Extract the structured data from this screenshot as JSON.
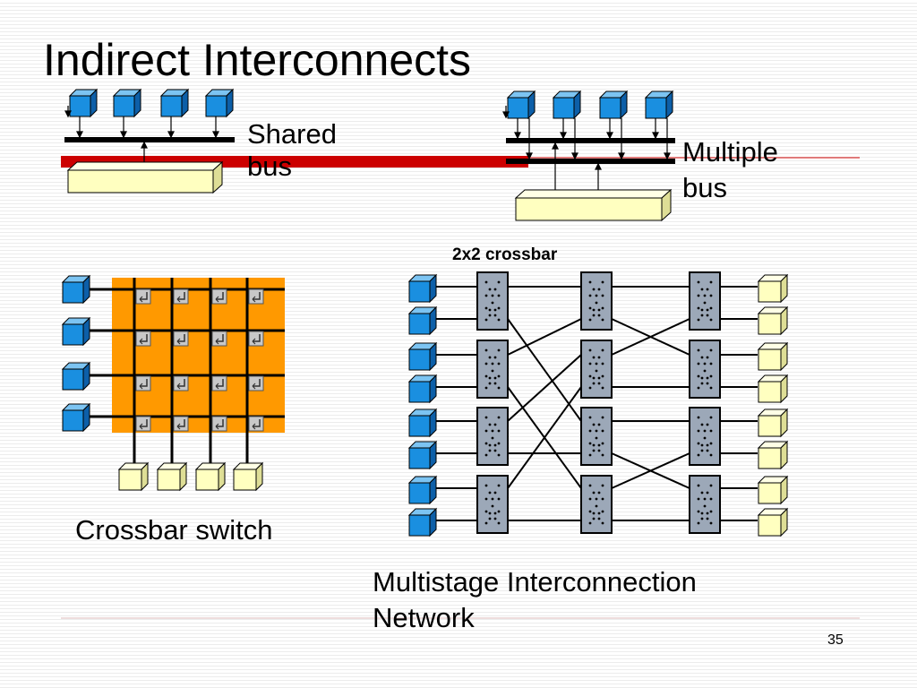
{
  "slide": {
    "title": "Indirect Interconnects",
    "page_number": "35"
  },
  "diagrams": {
    "shared_bus": {
      "label_line1": "Shared",
      "label_line2": "bus"
    },
    "multiple_bus": {
      "label_line1": "Multiple",
      "label_line2": "bus"
    },
    "crossbar_switch": {
      "label": "Crossbar switch"
    },
    "multistage_network": {
      "label_line1": "Multistage Interconnection",
      "label_line2": "Network",
      "element_label": "2x2 crossbar"
    }
  },
  "colors": {
    "processor": "#1a8fe0",
    "memory": "#ffffc0",
    "crossbar_grid": "#ff9900",
    "switch": "#9ca8b8",
    "accent_bar": "#cc0000"
  }
}
